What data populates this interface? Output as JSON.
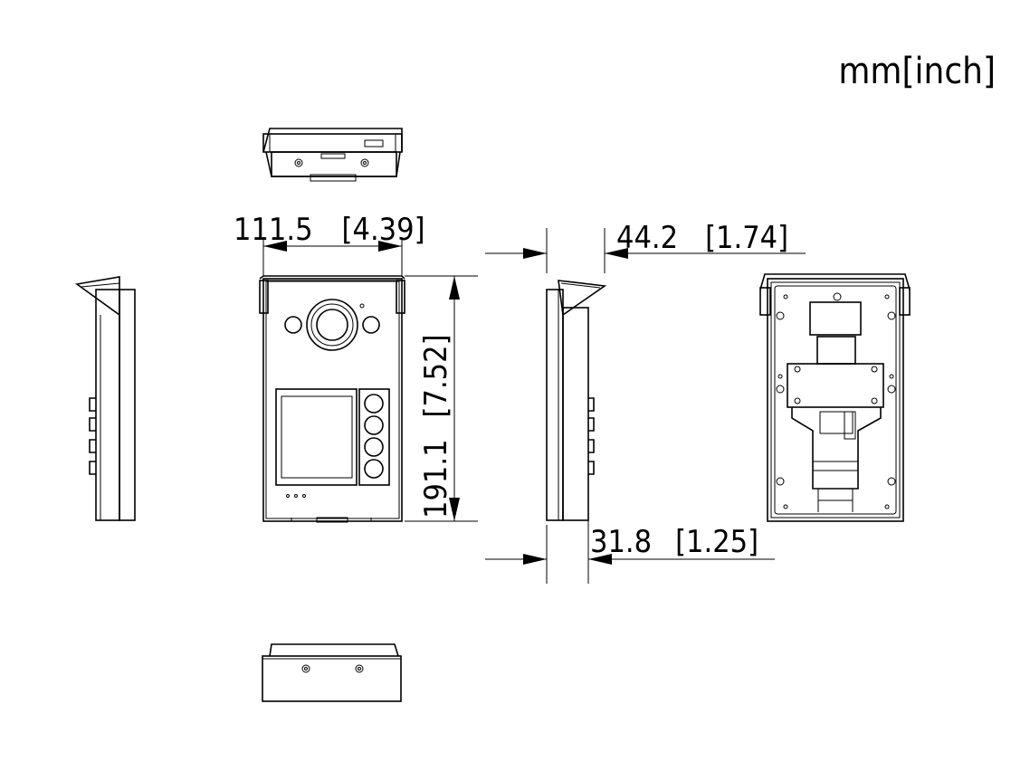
{
  "units_label": "mm[inch]",
  "dimensions": {
    "width": {
      "mm": "111.5",
      "inch": "[4.39]"
    },
    "height": {
      "mm": "191.1",
      "inch": "[7.52]"
    },
    "depth_top": {
      "mm": "44.2",
      "inch": "[1.74]"
    },
    "depth_bottom": {
      "mm": "31.8",
      "inch": "[1.25]"
    }
  }
}
